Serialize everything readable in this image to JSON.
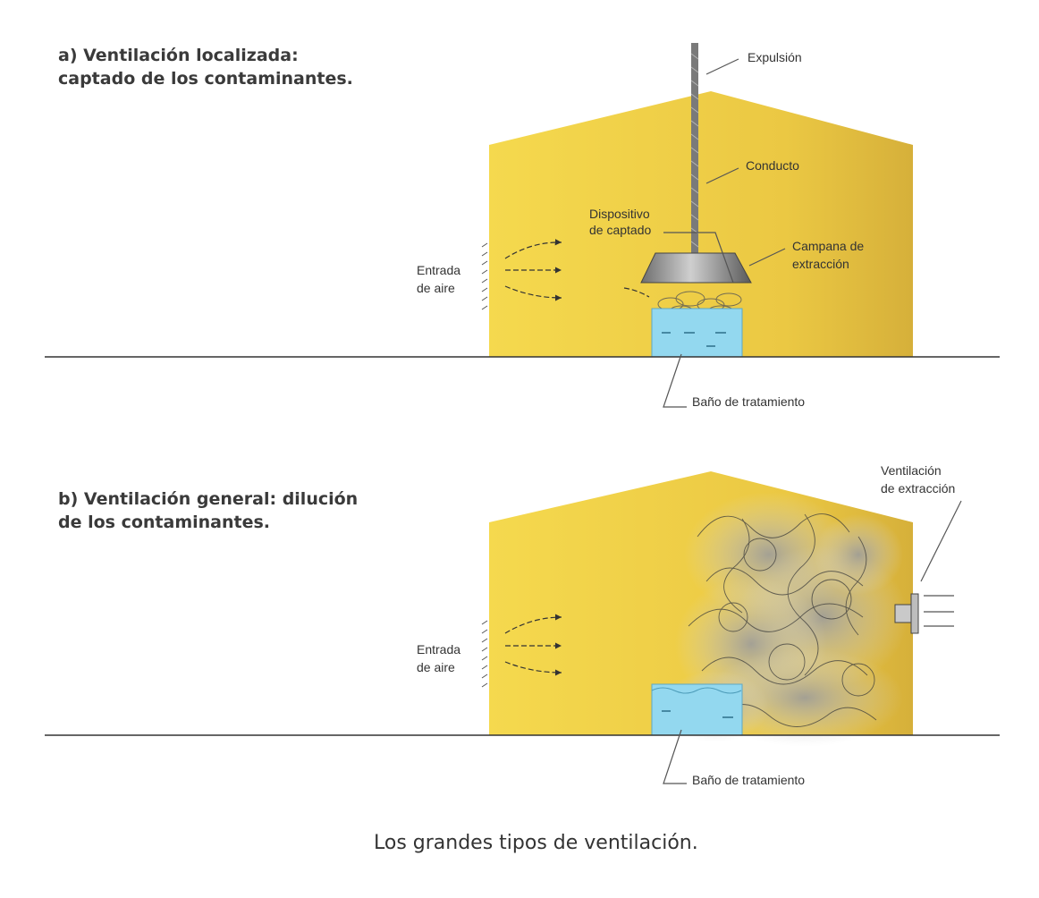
{
  "diagram_a": {
    "title_line1": "a) Ventilación localizada:",
    "title_line2": "captado de los contaminantes.",
    "labels": {
      "expulsion": "Expulsión",
      "conducto": "Conducto",
      "dispositivo_line1": "Dispositivo",
      "dispositivo_line2": "de captado",
      "campana_line1": "Campana de",
      "campana_line2": "extracción",
      "entrada_line1": "Entrada",
      "entrada_line2": "de aire",
      "bano": "Baño de tratamiento"
    }
  },
  "diagram_b": {
    "title_line1": "b) Ventilación general: dilución",
    "title_line2": "de los contaminantes.",
    "labels": {
      "ventilacion_line1": "Ventilación",
      "ventilacion_line2": "de extracción",
      "entrada_line1": "Entrada",
      "entrada_line2": "de aire",
      "bano": "Baño de tratamiento"
    }
  },
  "caption": "Los grandes tipos de ventilación.",
  "colors": {
    "wall_light": "#f3d34a",
    "wall_dark": "#d9b43a",
    "water": "#8fd6ee",
    "hood": "#8a8a8a"
  }
}
